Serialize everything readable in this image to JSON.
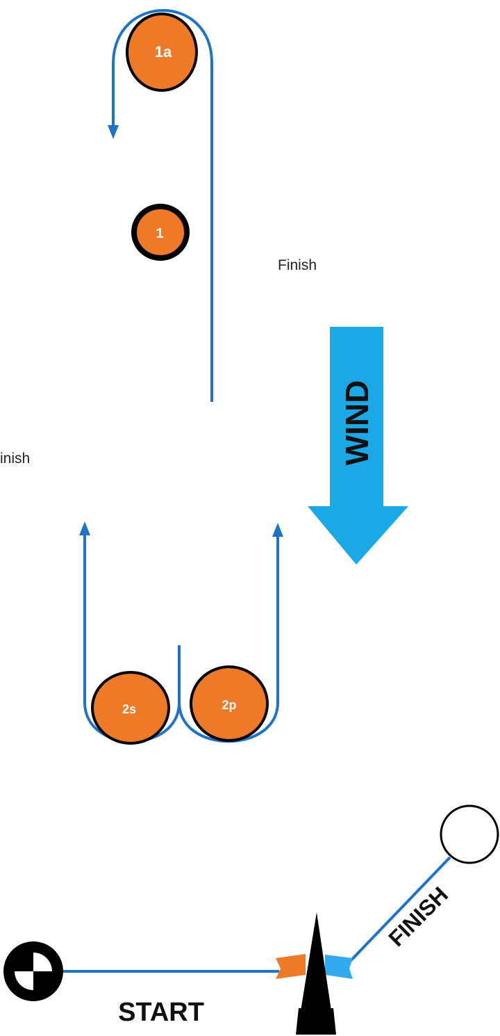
{
  "notes": {
    "upper": "Finish",
    "lower": "inish"
  },
  "marks": {
    "m1a": "1a",
    "m1": "1",
    "m2s": "2s",
    "m2p": "2p"
  },
  "labels": {
    "wind": "WIND",
    "start": "START",
    "finish": "FINISH"
  },
  "colors": {
    "course_line": "#1e73c8",
    "mark_fill": "#ee7a28",
    "mark_outline": "#000000",
    "wind_arrow": "#1aa8e6",
    "start_flag": "#ee7a28",
    "finish_flag": "#33aaee",
    "label_text": "#111111"
  }
}
